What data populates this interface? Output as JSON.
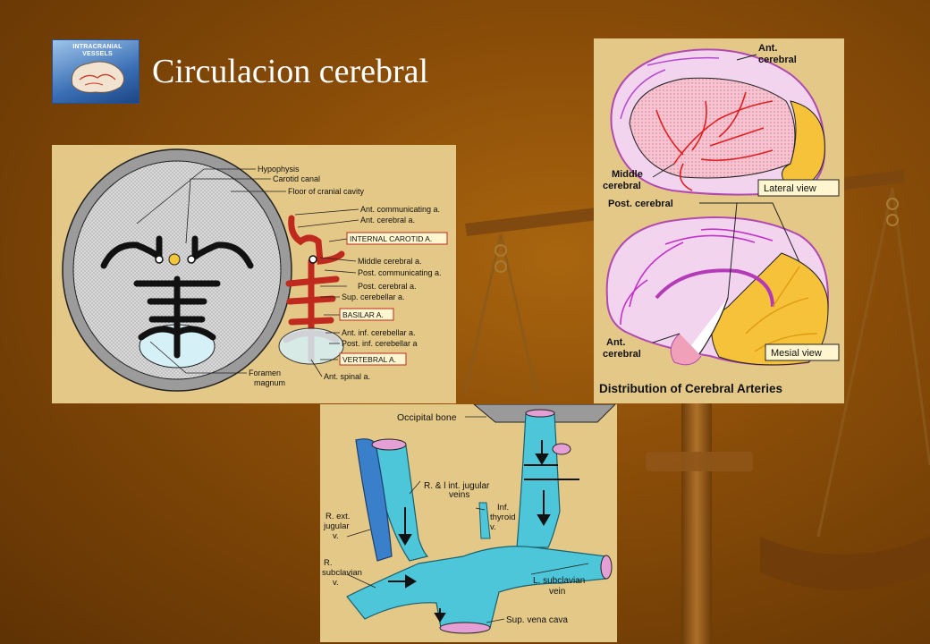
{
  "slide": {
    "title": "Circulacion cerebral",
    "logo_text": "INTRACRANIAL VESSELS"
  },
  "base_diagram": {
    "labels": [
      "Hypophysis",
      "Carotid canal",
      "Floor of cranial cavity",
      "Ant. communicating a.",
      "Ant. cerebral a.",
      "Middle cerebral a.",
      "Post. communicating a.",
      "Post. cerebral a.",
      "Sup. cerebellar a.",
      "Ant. inf. cerebellar a.",
      "Post. inf. cerebellar a",
      "Ant. spinal a.",
      "Foramen",
      "magnum"
    ],
    "boxed_labels": [
      "INTERNAL CAROTID A.",
      "BASILAR A.",
      "VERTEBRAL A."
    ]
  },
  "cerebral_arteries": {
    "caption": "Distribution of Cerebral Arteries",
    "labels": {
      "ant_cerebral_top_1": "Ant.",
      "ant_cerebral_top_2": "cerebral",
      "middle_cerebral_1": "Middle",
      "middle_cerebral_2": "cerebral",
      "post_cerebral": "Post. cerebral",
      "ant_cerebral_bottom_1": "Ant.",
      "ant_cerebral_bottom_2": "cerebral"
    },
    "view_labels": {
      "lateral": "Lateral view",
      "mesial": "Mesial view"
    }
  },
  "veins_diagram": {
    "labels": {
      "occipital_bone": "Occipital bone",
      "jugular_1": "R. & l int. jugular",
      "jugular_2": "veins",
      "thyroid_1": "Inf.",
      "thyroid_2": "thyroid",
      "thyroid_3": "v.",
      "ext_jugular_1": "R. ext.",
      "ext_jugular_2": "jugular",
      "ext_jugular_3": "v.",
      "subclavian_r_1": "R.",
      "subclavian_r_2": "subclavian",
      "subclavian_r_3": "v.",
      "subclavian_l_1": "L. subclavian",
      "subclavian_l_2": "vein",
      "vena_cava": "Sup. vena cava"
    }
  },
  "colors": {
    "panel_bg": "#e4c887",
    "artery_red": "#c0291d",
    "vein_cyan": "#4cc6d8",
    "vein_blue": "#3a7fc9",
    "brain_pink": "#f3b4c8",
    "brain_magenta": "#c232c8",
    "occipital_orange": "#f6c23a"
  }
}
